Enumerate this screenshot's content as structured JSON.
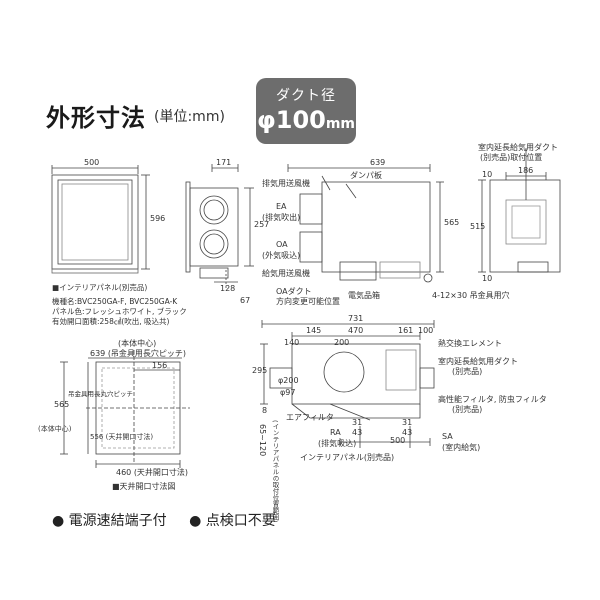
{
  "header": {
    "title": "外形寸法",
    "unit_note": "(単位:mm)",
    "duct_label": "ダクト径",
    "duct_size": "φ100",
    "duct_unit": "mm"
  },
  "front_view": {
    "width": "500",
    "height": "596"
  },
  "side_view": {
    "dim_top": "171",
    "dim_mid": "257",
    "dim_bottom_a": "128",
    "dim_bottom_b": "67"
  },
  "top_view": {
    "dim_total": "639",
    "dim_right": "565",
    "damper": "ダンパ板",
    "ea": "EA",
    "ea_sub": "(排気吹出)",
    "oa": "OA",
    "oa_sub": "(外気吸込)",
    "exhaust_fan": "排気用送風機",
    "supply_fan": "給気用送風機",
    "electrical_box": "電気品箱",
    "oa_duct": "OAダクト",
    "oa_duct_sub": "方向変更可能位置",
    "hanger": "4-12×30 吊金具用穴"
  },
  "right_view": {
    "label_1": "室内延長給気用ダクト",
    "label_2": "(別売品)取付位置",
    "dim_a": "186",
    "dim_b": "10",
    "dim_c": "515",
    "dim_d": "10"
  },
  "panel_note": {
    "title": "■インテリアパネル(別売品)",
    "model": "機種名:BVC250GA-F, BVC250GA-K",
    "color": "パネル色:フレッシュホワイト, ブラック",
    "area": "有効開口面積:258㎠(吹出, 吸込共)"
  },
  "ceiling_view": {
    "center": "(本体中心)",
    "pitch_long": "639 (吊金具用長穴ピッチ)",
    "dim_156": "156",
    "left_center": "(本体中心)",
    "dim_565": "565",
    "dim_565_sub": "吊金具用長丸穴ピッチ",
    "dim_556": "556 (天井開口寸法)",
    "dim_460": "460 (天井開口寸法)",
    "caption": "■天井開口寸法図"
  },
  "section_view": {
    "dim_total": "731",
    "dim_145": "145",
    "dim_470": "470",
    "dim_161": "161",
    "dim_100": "100",
    "dim_140": "140",
    "dim_200": "200",
    "dim_295": "295",
    "dim_phi200": "φ200",
    "dim_phi97": "φ97",
    "dim_8": "8",
    "dim_31": "31",
    "dim_43": "43",
    "dim_31b": "31",
    "dim_43b": "43",
    "dim_500": "500",
    "dim_65_120": "65~120",
    "dim_65_sub": "(インテリアパネルの取付位置範囲)",
    "heat_exchange": "熱交換エレメント",
    "indoor_duct_1": "室内延長給気用ダクト",
    "indoor_duct_2": "(別売品)",
    "filter_hp": "高性能フィルタ, 防虫フィルタ",
    "filter_hp_sub": "(別売品)",
    "air_filter": "エアフィルタ",
    "ra": "RA",
    "ra_sub": "(排気吸込)",
    "sa": "SA",
    "sa_sub": "(室内給気)",
    "interior_panel": "インテリアパネル(別売品)"
  },
  "footer": {
    "item1": "● 電源速結端子付",
    "item2": "● 点検口不要"
  }
}
